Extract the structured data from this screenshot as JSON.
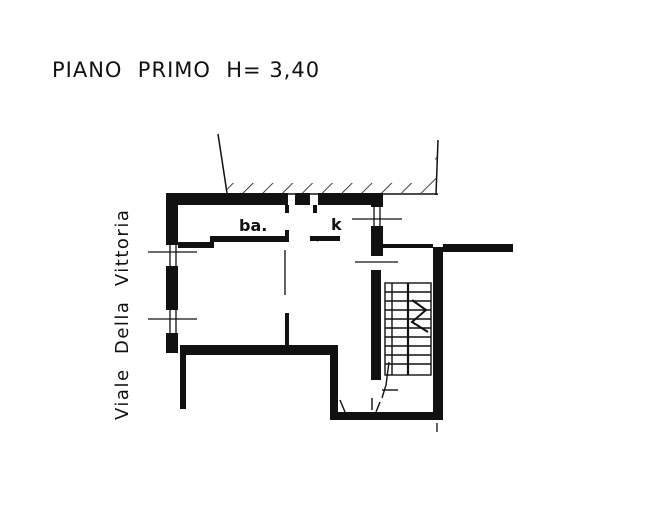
{
  "plan": {
    "title": "PIANO  PRIMO  H= 3,40",
    "street_name": "Viale  Della  Vittoria",
    "rooms": {
      "bathroom": "ba.",
      "kitchen": "k"
    }
  },
  "colors": {
    "ink": "#111111",
    "paper": "#ffffff"
  }
}
